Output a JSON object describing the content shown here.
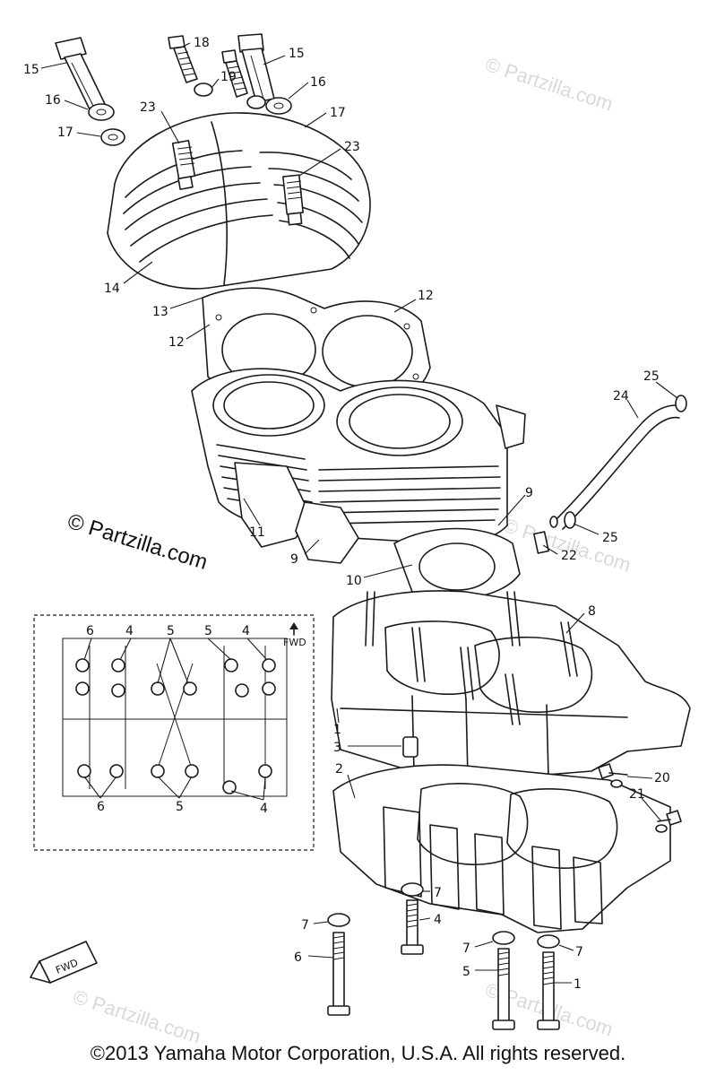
{
  "watermarks": {
    "main": "© Partzilla.com",
    "faint": "© Partzilla.com"
  },
  "inset_fwd_label": "FWD",
  "corner_fwd_label": "FWD",
  "copyright": "©2013 Yamaha Motor Corporation, U.S.A. All rights reserved.",
  "callouts": {
    "c15a": "15",
    "c15b": "15",
    "c16a": "16",
    "c16b": "16",
    "c17a": "17",
    "c17b": "17",
    "c18": "18",
    "c19": "19",
    "c23a": "23",
    "c23b": "23",
    "c14": "14",
    "c13": "13",
    "c12a": "12",
    "c12b": "12",
    "c11": "11",
    "c9a": "9",
    "c9b": "9",
    "c10": "10",
    "c24": "24",
    "c25a": "25",
    "c25b": "25",
    "c22": "22",
    "c8": "8",
    "c1a": "1",
    "c1b": "1",
    "c2": "2",
    "c3": "3",
    "c20": "20",
    "c21": "21",
    "c7a": "7",
    "c7b": "7",
    "c7c": "7",
    "c7d": "7",
    "c4": "4",
    "c5": "5",
    "c6": "6",
    "in6a": "6",
    "in4a": "4",
    "in5a": "5",
    "in5b": "5",
    "in4b": "4",
    "in6b": "6",
    "in5c": "5",
    "in4c": "4"
  }
}
